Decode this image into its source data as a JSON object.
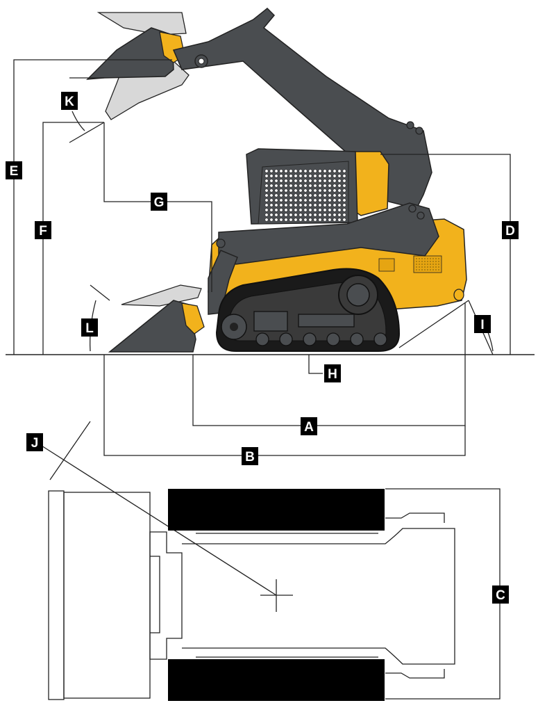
{
  "colors": {
    "machine_yellow": "#f2b21c",
    "machine_gray": "#4a4d50",
    "bucket_light": "#d8d8d8",
    "track_black": "#1a1a1a",
    "line": "#222222"
  },
  "labels": {
    "A": "A",
    "B": "B",
    "C": "C",
    "D": "D",
    "E": "E",
    "F": "F",
    "G": "G",
    "H": "H",
    "I": "I",
    "J": "J",
    "K": "K",
    "L": "L"
  }
}
